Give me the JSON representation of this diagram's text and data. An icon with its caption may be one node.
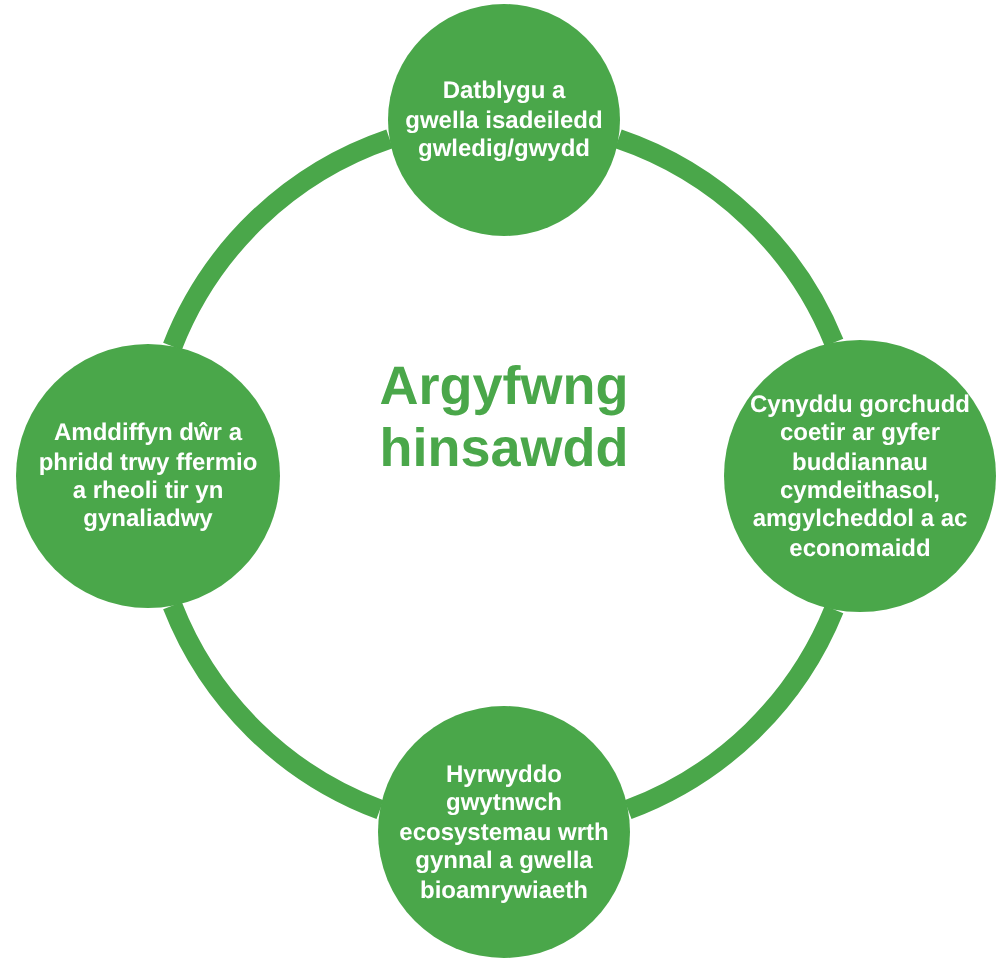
{
  "diagram": {
    "nodes": [
      {
        "text": [
          "Datblygu a gwella isadeiledd gwledig/gwydd"
        ]
      },
      {
        "text": [
          "Amddiffyn dŵr a phridd trwy ffermio a rheoli tir yn gynaliadwy"
        ]
      },
      {
        "text": [
          "Cynyddu gorchudd coetir ar gyfer buddiannau cymdeithasol, amgylcheddol a ac economaidd"
        ]
      },
      {
        "text": [
          "Hyrwyddo gwytnwch ecosystemau wrth gynnal a gwella bioamrywiaeth"
        ]
      }
    ],
    "edges": [
      {
        "from": 0,
        "to": 2,
        "arrow": "none"
      },
      {
        "from": 2,
        "to": 3,
        "arrow": "none"
      },
      {
        "from": 3,
        "to": 1,
        "arrow": "none"
      },
      {
        "from": 1,
        "to": 0,
        "arrow": "none"
      }
    ],
    "labels": [
      "Argyfwng hinsawdd"
    ]
  }
}
